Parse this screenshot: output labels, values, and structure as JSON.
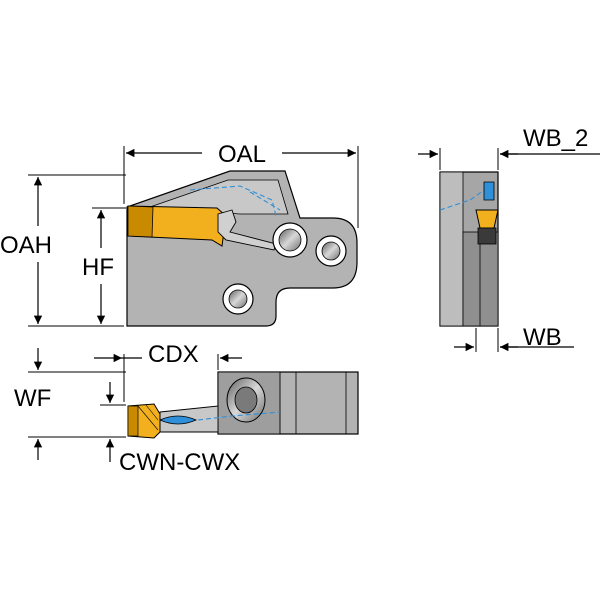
{
  "labels": {
    "oal": "OAL",
    "oah": "OAH",
    "hf": "HF",
    "wb2": "WB_2",
    "wb": "WB",
    "cdx": "CDX",
    "wf": "WF",
    "cwn_cwx": "CWN-CWX"
  },
  "colors": {
    "body": "#b3b3b3",
    "body_dark": "#8f8f8f",
    "insert": "#f2b01e",
    "insert_dark": "#c98a00",
    "coolant": "#2f8fd8",
    "line": "#000000"
  }
}
